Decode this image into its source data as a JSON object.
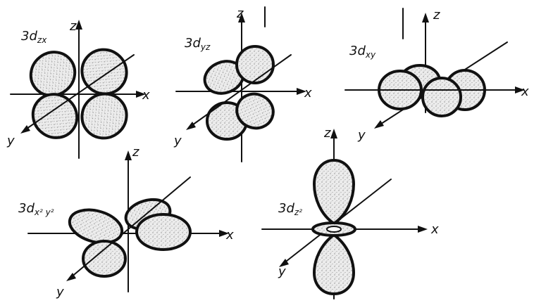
{
  "orbitals": [
    {
      "name": "3d",
      "sub": "zx",
      "axes": {
        "x": "x",
        "y": "y",
        "z": "z"
      }
    },
    {
      "name": "3d",
      "sub": "yz",
      "axes": {
        "x": "x",
        "y": "y",
        "z": "z"
      }
    },
    {
      "name": "3d",
      "sub": "xy",
      "axes": {
        "x": "x",
        "y": "y",
        "z": "z"
      }
    },
    {
      "name": "3d",
      "sub": "x² y²",
      "axes": {
        "x": "x",
        "y": "y",
        "z": "z"
      }
    },
    {
      "name": "3d",
      "sub": "z²",
      "axes": {
        "x": "x",
        "y": "y",
        "z": "z"
      }
    }
  ],
  "colors": {
    "ink": "#111111",
    "lobe_fill": "#e9e9e9",
    "stipple": "#8a8a8a"
  }
}
